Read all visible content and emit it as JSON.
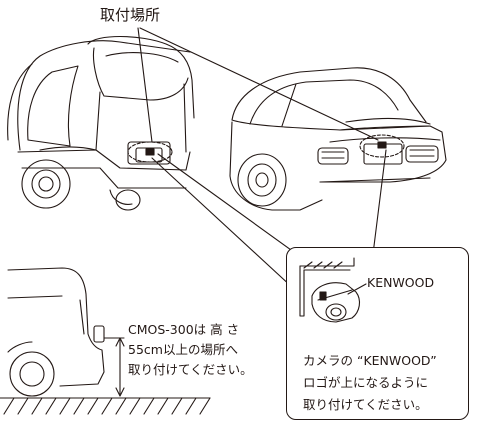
{
  "title": "取付場所",
  "height_note": [
    "CMOS-300は 高 さ",
    "55cm以上の場所へ",
    "取り付けてください。"
  ],
  "callout": {
    "logo_label": "KENWOOD",
    "lines": [
      "カメラの “KENWOOD”",
      "ロゴが上になるように",
      "取り付けてください。"
    ]
  },
  "colors": {
    "ink": "#231815",
    "background": "#ffffff"
  }
}
